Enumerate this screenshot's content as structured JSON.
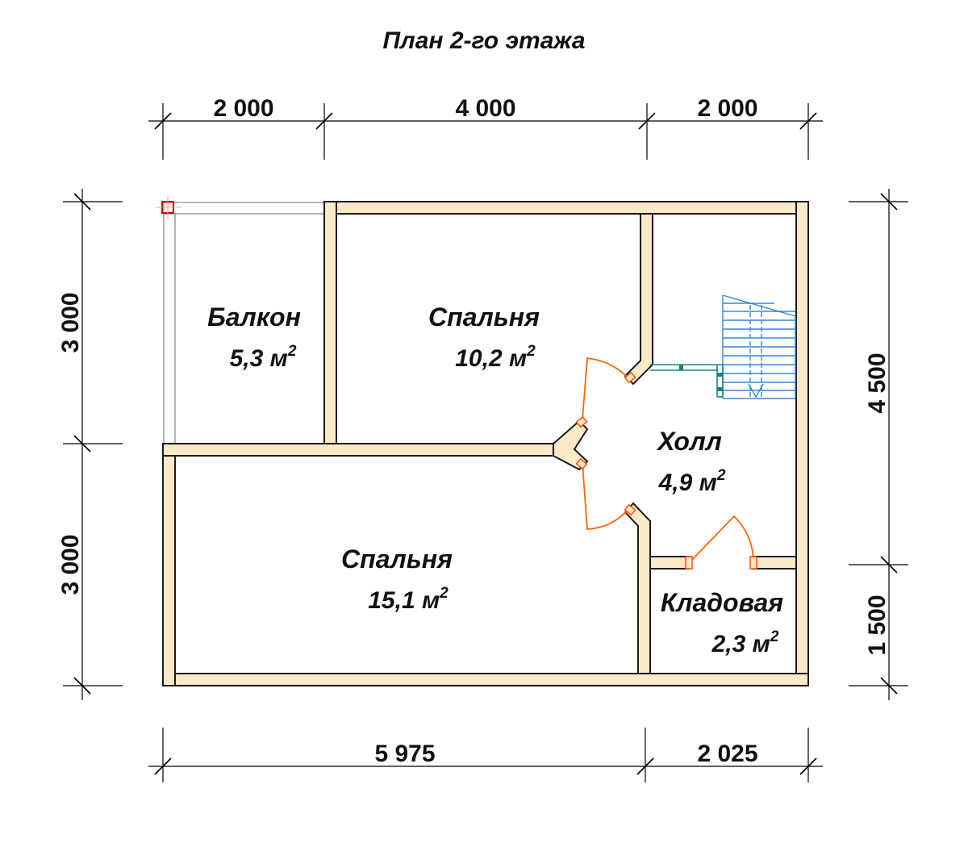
{
  "title": "План 2-го этажа",
  "dimensions": {
    "top": [
      "2 000",
      "4 000",
      "2 000"
    ],
    "bottom": [
      "5 975",
      "2 025"
    ],
    "left": [
      "3 000",
      "3 000"
    ],
    "right": [
      "4 500",
      "1 500"
    ]
  },
  "rooms": {
    "balcony": {
      "name": "Балкон",
      "area": "5,3 м",
      "sup": "2"
    },
    "bedroom_top": {
      "name": "Спальня",
      "area": "10,2 м",
      "sup": "2"
    },
    "hall": {
      "name": "Холл",
      "area": "4,9 м",
      "sup": "2"
    },
    "bedroom_bottom": {
      "name": "Спальня",
      "area": "15,1 м",
      "sup": "2"
    },
    "storage": {
      "name": "Кладовая",
      "area": "2,3 м",
      "sup": "2"
    }
  },
  "colors": {
    "wall_fill": "#fbe9c8",
    "door": "#ff6600",
    "stair": "#3388dd",
    "railing": "#118877"
  }
}
